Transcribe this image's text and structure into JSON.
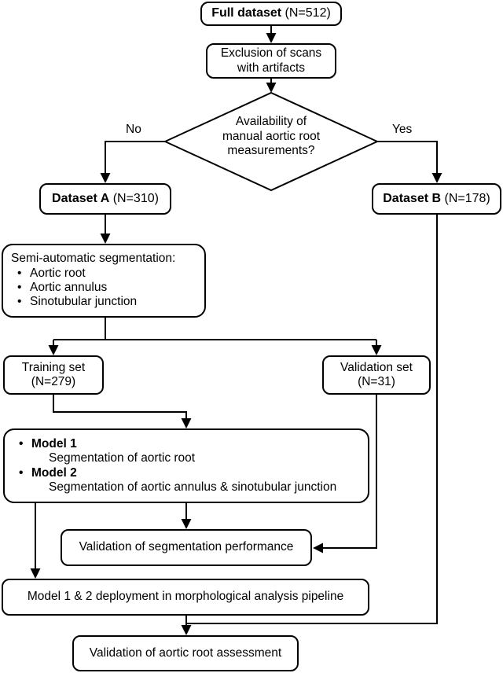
{
  "diagram": {
    "type": "flowchart",
    "title": "Aortic root deep-learning study flowchart",
    "line_color": "#000000",
    "background_color": "#ffffff",
    "text_color": "#000000"
  },
  "nodes": {
    "full_dataset": {
      "label_bold": "Full dataset",
      "label_plain": " (N=512)"
    },
    "exclusion": {
      "line1": "Exclusion of scans",
      "line2": "with artifacts"
    },
    "decision": {
      "line1": "Availability of",
      "line2": "manual aortic root",
      "line3": "measurements?",
      "branch_no": "No",
      "branch_yes": "Yes"
    },
    "dataset_a": {
      "label_bold": "Dataset A",
      "label_plain": " (N=310)"
    },
    "dataset_b": {
      "label_bold": "Dataset B",
      "label_plain": " (N=178)"
    },
    "semi_auto": {
      "heading": "Semi-automatic segmentation:",
      "items": [
        "Aortic root",
        "Aortic annulus",
        "Sinotubular junction"
      ]
    },
    "training_set": {
      "line1": "Training set",
      "line2": "(N=279)"
    },
    "validation_set": {
      "line1": "Validation set",
      "line2": "(N=31)"
    },
    "models": {
      "model1_bold": "Model 1",
      "model1_sub": "Segmentation of aortic root",
      "model2_bold": "Model 2",
      "model2_sub": "Segmentation of aortic annulus & sinotubular junction"
    },
    "validation_segmentation": {
      "label": "Validation of segmentation performance"
    },
    "deployment": {
      "label": "Model 1 & 2 deployment in morphological analysis pipeline"
    },
    "validation_assessment": {
      "label": "Validation of aortic root assessment"
    }
  }
}
